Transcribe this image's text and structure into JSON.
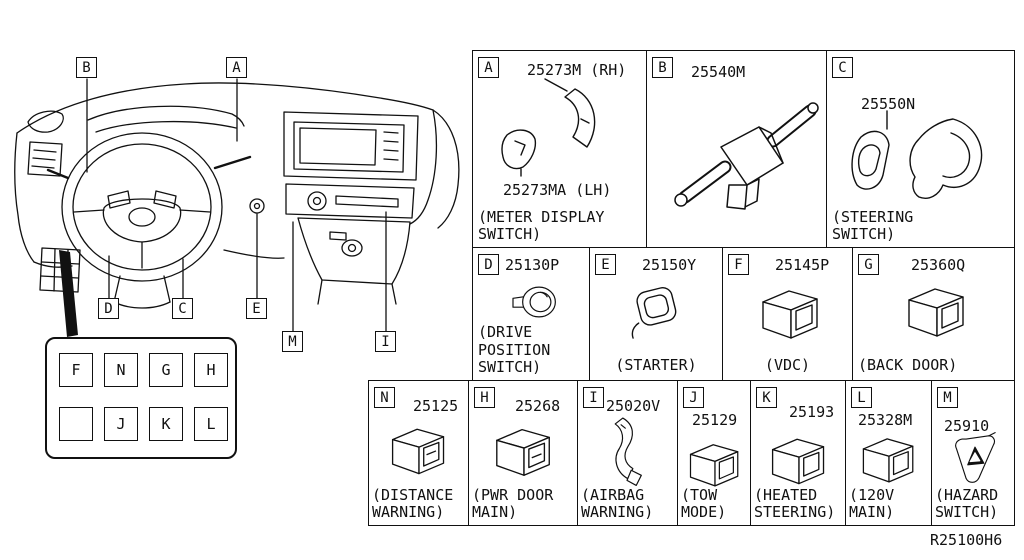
{
  "page": {
    "drawing_code": "R25100H6"
  },
  "colors": {
    "ink": "#111111",
    "paper": "#ffffff"
  },
  "diagram": {
    "callouts": [
      "B",
      "A",
      "D",
      "C",
      "E",
      "M",
      "I"
    ],
    "switch_grid": {
      "row1": [
        "F",
        "N",
        "G",
        "H"
      ],
      "row2": [
        "",
        "J",
        "K",
        "L"
      ]
    }
  },
  "cells": [
    {
      "letter": "A",
      "part_number": "25273M (RH)",
      "part_number_2": "25273MA (LH)",
      "caption": "(METER DISPLAY\nSWITCH)"
    },
    {
      "letter": "B",
      "part_number": "25540M",
      "caption": ""
    },
    {
      "letter": "C",
      "part_number": "25550N",
      "caption": "(STEERING\nSWITCH)"
    },
    {
      "letter": "D",
      "part_number": "25130P",
      "caption": "(DRIVE\nPOSITION\nSWITCH)"
    },
    {
      "letter": "E",
      "part_number": "25150Y",
      "caption": "(STARTER)"
    },
    {
      "letter": "F",
      "part_number": "25145P",
      "caption": "(VDC)"
    },
    {
      "letter": "G",
      "part_number": "25360Q",
      "caption": "(BACK DOOR)"
    },
    {
      "letter": "N",
      "part_number": "25125",
      "caption": "(DISTANCE\nWARNING)"
    },
    {
      "letter": "H",
      "part_number": "25268",
      "caption": "(PWR DOOR\nMAIN)"
    },
    {
      "letter": "I",
      "part_number": "25020V",
      "caption": "(AIRBAG\nWARNING)"
    },
    {
      "letter": "J",
      "part_number": "25129",
      "caption": "(TOW\nMODE)"
    },
    {
      "letter": "K",
      "part_number": "25193",
      "caption": "(HEATED\nSTEERING)"
    },
    {
      "letter": "L",
      "part_number": "25328M",
      "caption": "(120V\nMAIN)"
    },
    {
      "letter": "M",
      "part_number": "25910",
      "caption": "(HAZARD\nSWITCH)"
    }
  ]
}
